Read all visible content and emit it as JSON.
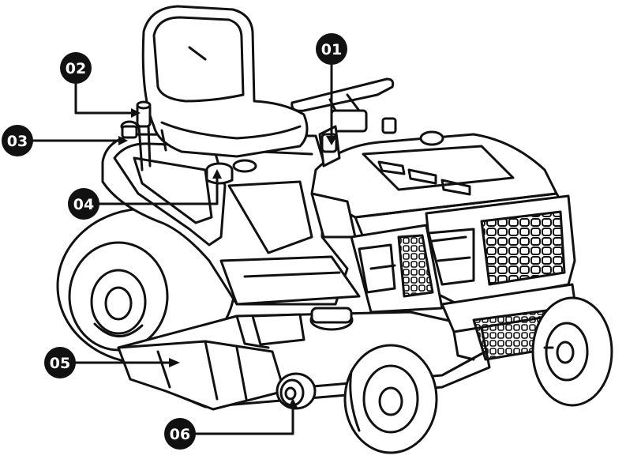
{
  "diagram": {
    "subject-icon": "riding-lawn-mower-line-drawing",
    "line_color": "#111111",
    "background_color": "#ffffff",
    "callout_color": "#111111",
    "callout_text_color": "#ffffff",
    "callouts": [
      {
        "id": "01",
        "label": "01"
      },
      {
        "id": "02",
        "label": "02"
      },
      {
        "id": "03",
        "label": "03"
      },
      {
        "id": "04",
        "label": "04"
      },
      {
        "id": "05",
        "label": "05"
      },
      {
        "id": "06",
        "label": "06"
      }
    ]
  }
}
